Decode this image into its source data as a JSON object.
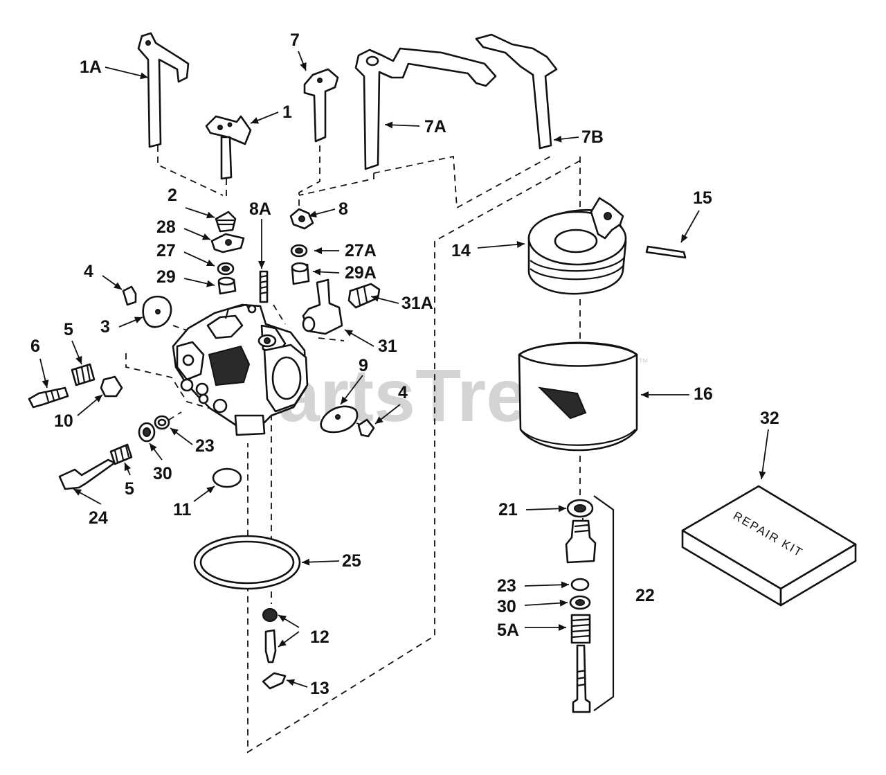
{
  "watermark": {
    "text": "PartsTree",
    "trademark": "™"
  },
  "repair_kit_label": "REPAIR KIT",
  "callouts": [
    {
      "id": "1A"
    },
    {
      "id": "1"
    },
    {
      "id": "7"
    },
    {
      "id": "7A"
    },
    {
      "id": "7B"
    },
    {
      "id": "2"
    },
    {
      "id": "8A"
    },
    {
      "id": "8"
    },
    {
      "id": "15"
    },
    {
      "id": "28"
    },
    {
      "id": "27A"
    },
    {
      "id": "14"
    },
    {
      "id": "27"
    },
    {
      "id": "29A"
    },
    {
      "id": "4"
    },
    {
      "id": "29"
    },
    {
      "id": "3"
    },
    {
      "id": "31A"
    },
    {
      "id": "31"
    },
    {
      "id": "6"
    },
    {
      "id": "5"
    },
    {
      "id": "9"
    },
    {
      "id": "16"
    },
    {
      "id": "4"
    },
    {
      "id": "10"
    },
    {
      "id": "23"
    },
    {
      "id": "32"
    },
    {
      "id": "30"
    },
    {
      "id": "5"
    },
    {
      "id": "21"
    },
    {
      "id": "24"
    },
    {
      "id": "11"
    },
    {
      "id": "25"
    },
    {
      "id": "23"
    },
    {
      "id": "22"
    },
    {
      "id": "30"
    },
    {
      "id": "12"
    },
    {
      "id": "5A"
    },
    {
      "id": "13"
    }
  ]
}
